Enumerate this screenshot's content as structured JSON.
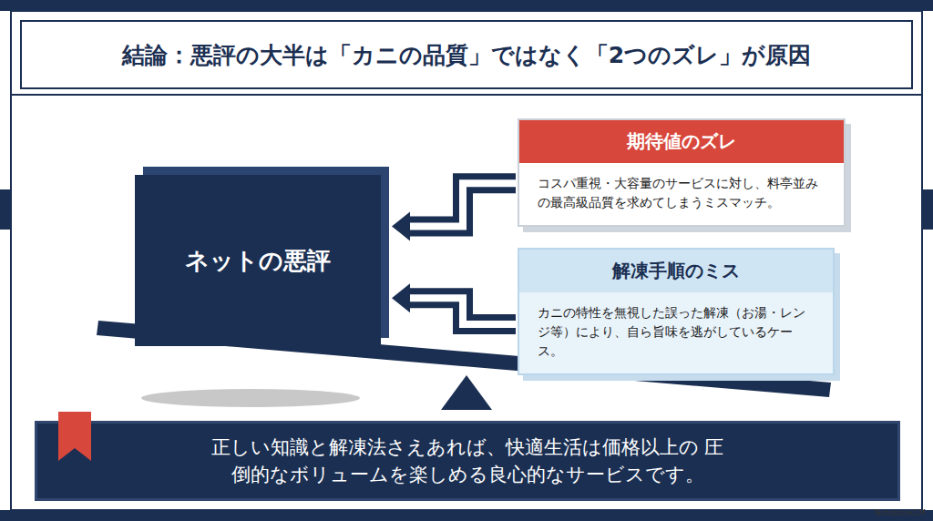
{
  "diagram": {
    "title": "結論：悪評の大半は「カニの品質」ではなく「2つのズレ」が原因",
    "nodes": [
      {
        "text": [
          "ネットの悪評"
        ]
      },
      {
        "text": [
          "期待値のズレ",
          "コスパ重視・大容量のサービスに対し、料亭並みの最高級品質を求めてしまうミスマッチ。"
        ]
      },
      {
        "text": [
          "解凍手順のミス",
          "カニの特性を無視した誤った解凍（お湯・レンジ等）により、自ら旨味を逃がしているケース。"
        ]
      },
      {
        "text": [
          "正しい知識と解凍法さえあれば、快適生活は価格以上の 圧倒的なボリュームを楽しめる良心的なサービスです。"
        ]
      }
    ],
    "edges": [
      {
        "from": 1,
        "to": 0,
        "arrow": "to"
      },
      {
        "from": 2,
        "to": 0,
        "arrow": "to"
      }
    ],
    "labels": [
      "NotebookLM"
    ]
  }
}
